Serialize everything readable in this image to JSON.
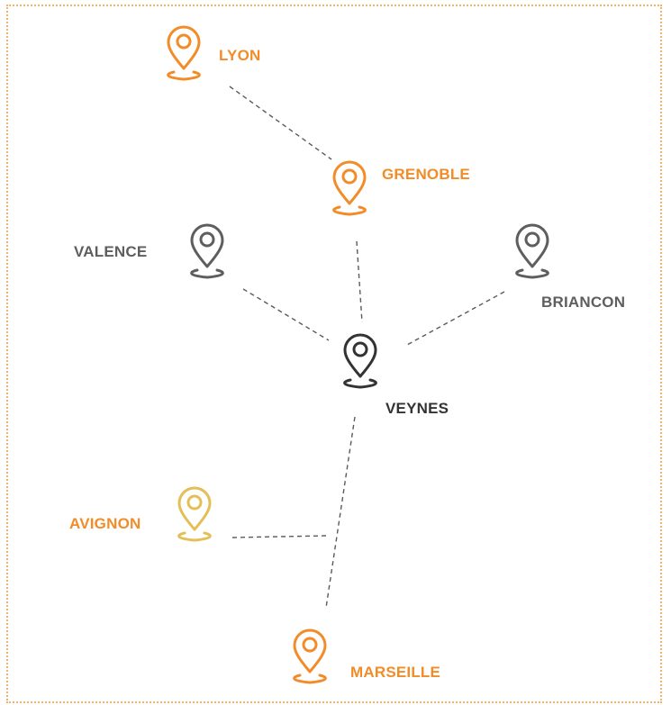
{
  "colors": {
    "orange": "#f28c28",
    "gray": "#5e5e5e",
    "dark": "#333333",
    "gold": "#e3bf55",
    "frame": "#f2b26a"
  },
  "cities": {
    "lyon": {
      "name": "LYON",
      "color": "#f28c28",
      "icon": "map-pin-icon"
    },
    "grenoble": {
      "name": "GRENOBLE",
      "color": "#f28c28",
      "icon": "map-pin-icon"
    },
    "valence": {
      "name": "VALENCE",
      "color": "#5e5e5e",
      "icon": "map-pin-icon"
    },
    "briancon": {
      "name": "BRIANCON",
      "color": "#5e5e5e",
      "icon": "map-pin-icon"
    },
    "veynes": {
      "name": "VEYNES",
      "color": "#333333",
      "icon": "map-pin-icon"
    },
    "avignon": {
      "name": "AVIGNON",
      "color": "#f28c28",
      "icon_color": "#e3bf55",
      "icon": "map-pin-icon"
    },
    "marseille": {
      "name": "MARSEILLE",
      "color": "#f28c28",
      "icon": "map-pin-icon"
    }
  },
  "routes": [
    {
      "from": "LYON",
      "to": "GRENOBLE"
    },
    {
      "from": "GRENOBLE",
      "to": "VEYNES"
    },
    {
      "from": "VALENCE",
      "to": "VEYNES"
    },
    {
      "from": "BRIANCON",
      "to": "VEYNES"
    },
    {
      "from": "VEYNES",
      "to": "MARSEILLE"
    },
    {
      "from": "AVIGNON",
      "to": "VEYNES-MARSEILLE"
    }
  ]
}
